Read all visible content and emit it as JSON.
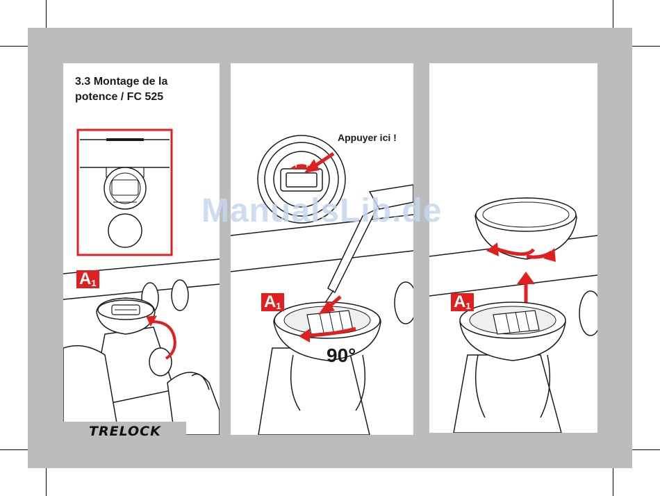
{
  "section": {
    "title_line1": "3.3 Montage de la",
    "title_line2": "potence / FC 525"
  },
  "steps": [
    {
      "badge": "A",
      "badge_sub": "1"
    },
    {
      "badge": "A",
      "badge_sub": "1",
      "callout": "Appuyer ici !",
      "angle": "90°"
    },
    {
      "badge": "A",
      "badge_sub": "1"
    }
  ],
  "brand": "TRELOCK",
  "watermark": "ManualsLib.de",
  "colors": {
    "accent": "#e02020",
    "sheet_gray": "#bcbcbc",
    "panel": "#ffffff",
    "line": "#1a1a1a"
  }
}
